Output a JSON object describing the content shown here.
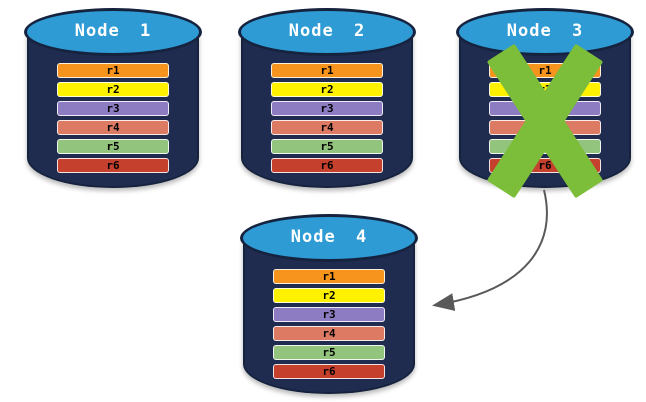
{
  "nodes": [
    {
      "id": "node-1",
      "title": "Node 1",
      "has_x_mark": false
    },
    {
      "id": "node-2",
      "title": "Node 2",
      "has_x_mark": false
    },
    {
      "id": "node-3",
      "title": "Node 3",
      "has_x_mark": true
    },
    {
      "id": "node-4",
      "title": "Node 4",
      "has_x_mark": false
    }
  ],
  "rows": [
    {
      "label": "r1",
      "color": "#F7941E"
    },
    {
      "label": "r2",
      "color": "#FFF200"
    },
    {
      "label": "r3",
      "color": "#8E7CC3"
    },
    {
      "label": "r4",
      "color": "#DD7A63"
    },
    {
      "label": "r5",
      "color": "#93C47D"
    },
    {
      "label": "r6",
      "color": "#C6402E"
    }
  ],
  "arrow": {
    "from": "node-3",
    "to": "node-4"
  },
  "colors": {
    "background": "#FFFFFF",
    "cylinder_body": "#1F2C50",
    "cylinder_top": "#2E9BD5",
    "cylinder_outline": "#16233F",
    "title_text": "#FFFFFF",
    "row_text": "#000000",
    "x_mark": "#7CBD3A",
    "arrow": "#595959"
  }
}
